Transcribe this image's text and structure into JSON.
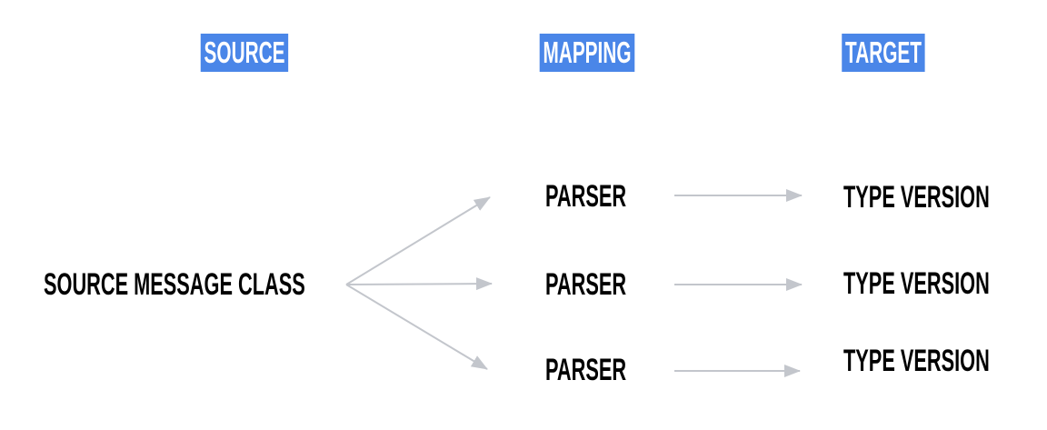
{
  "diagram": {
    "headers": [
      {
        "label": "SOURCE"
      },
      {
        "label": "MAPPING"
      },
      {
        "label": "TARGET"
      }
    ],
    "source_node": {
      "label": "SOURCE MESSAGE CLASS"
    },
    "rows": [
      {
        "parser_label": "PARSER",
        "target_label": "TYPE VERSION"
      },
      {
        "parser_label": "PARSER",
        "target_label": "TYPE VERSION"
      },
      {
        "parser_label": "PARSER",
        "target_label": "TYPE VERSION"
      }
    ],
    "colors": {
      "header_background": "#4a86e8",
      "header_text": "#ffffff",
      "node_text": "#010101",
      "arrow": "#c3c6cc",
      "page_background": "#ffffff"
    }
  }
}
